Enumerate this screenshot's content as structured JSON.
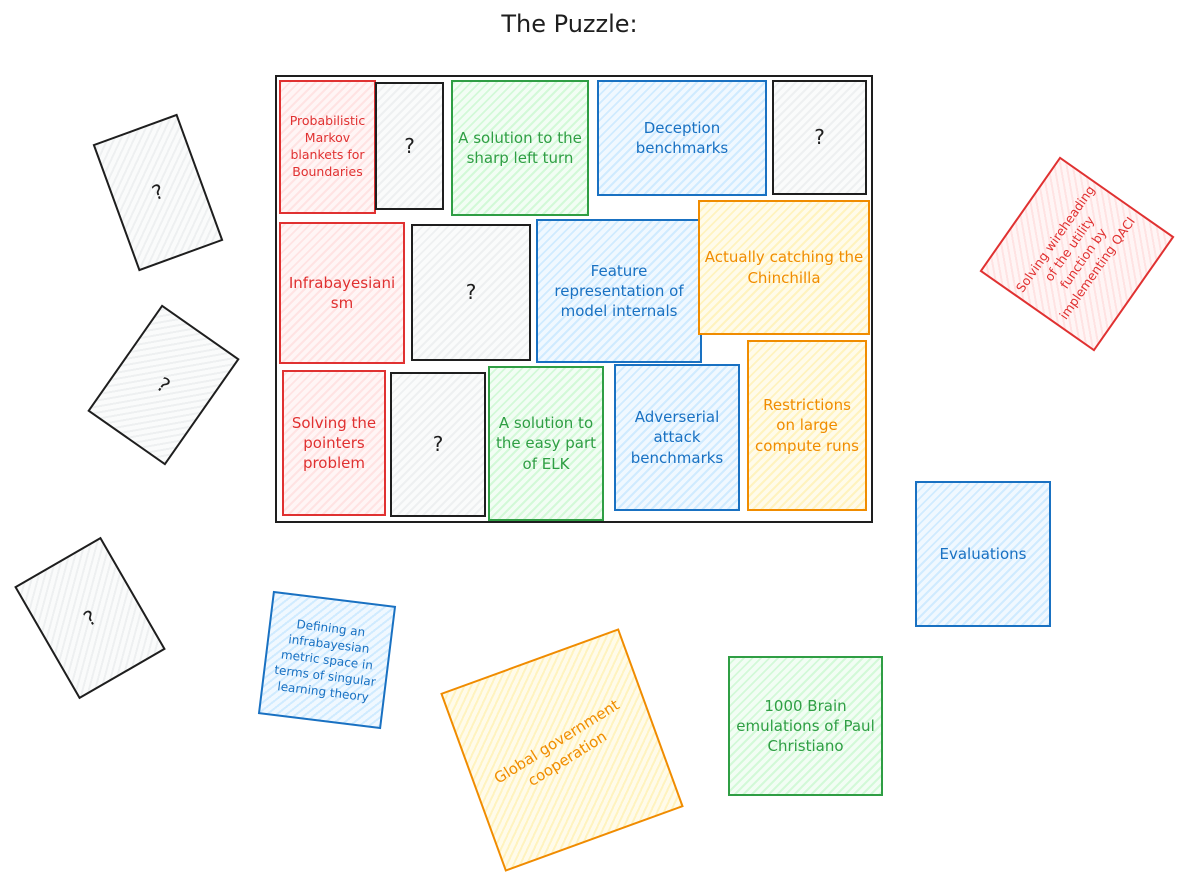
{
  "title": "The Puzzle:",
  "colors": {
    "red": "#e03131",
    "green": "#2f9e44",
    "blue": "#1971c2",
    "orange": "#f08c00",
    "black": "#1e1e1e"
  },
  "board_cards": [
    {
      "label": "Probabilistic Markov blankets for Boundaries",
      "color": "red"
    },
    {
      "label": "?",
      "color": "black"
    },
    {
      "label": "A solution to the sharp left turn",
      "color": "green"
    },
    {
      "label": "Deception benchmarks",
      "color": "blue"
    },
    {
      "label": "?",
      "color": "black"
    },
    {
      "label": "Infrabayesianism",
      "color": "red"
    },
    {
      "label": "?",
      "color": "black"
    },
    {
      "label": "Feature representation of model internals",
      "color": "blue"
    },
    {
      "label": "Actually catching the Chinchilla",
      "color": "orange"
    },
    {
      "label": "Solving the pointers problem",
      "color": "red"
    },
    {
      "label": "?",
      "color": "black"
    },
    {
      "label": "A solution to the easy part of ELK",
      "color": "green"
    },
    {
      "label": "Adverserial attack benchmarks",
      "color": "blue"
    },
    {
      "label": "Restrictions on large compute runs",
      "color": "orange"
    }
  ],
  "loose_cards": [
    {
      "label": "?",
      "color": "black"
    },
    {
      "label": "?",
      "color": "black"
    },
    {
      "label": "?",
      "color": "black"
    },
    {
      "label": "Solving wireheading of the utility function by implementing QACI",
      "color": "red"
    },
    {
      "label": "Defining an infrabayesian metric space in terms of singular learning theory",
      "color": "blue"
    },
    {
      "label": "Global government cooperation",
      "color": "orange"
    },
    {
      "label": "Evaluations",
      "color": "blue"
    },
    {
      "label": "1000 Brain emulations of Paul Christiano",
      "color": "green"
    }
  ]
}
